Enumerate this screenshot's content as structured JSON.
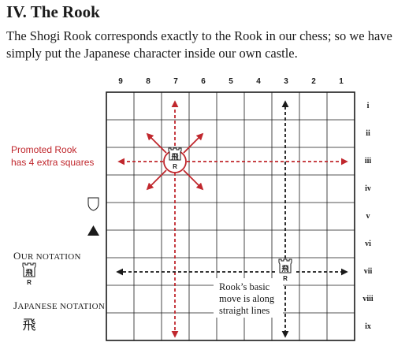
{
  "section": {
    "title": "IV. The Rook",
    "intro": "The Shogi Rook corresponds exactly to the Rook in our chess; so we have simply put the Japanese character inside our own castle."
  },
  "board": {
    "files": [
      "9",
      "8",
      "7",
      "6",
      "5",
      "4",
      "3",
      "2",
      "1"
    ],
    "ranks": [
      "i",
      "ii",
      "iii",
      "iv",
      "v",
      "vi",
      "vii",
      "viii",
      "ix"
    ]
  },
  "annotations": {
    "promoted_note_line1": "Promoted Rook",
    "promoted_note_line2": "has 4 extra squares",
    "basic_move_line1": "Rook’s basic",
    "basic_move_line2": "move is along",
    "basic_move_line3": "straight lines"
  },
  "pieces": {
    "piece_letter": "R",
    "kanji": "飛",
    "promoted_piece": {
      "file": "7",
      "rank": "iii"
    },
    "basic_piece": {
      "file": "3",
      "rank": "vii"
    }
  },
  "legend": {
    "our_notation_cap": "O",
    "our_notation_rest": "UR NOTATION",
    "japanese_notation_cap": "J",
    "japanese_notation_rest": "APANESE NOTATION"
  },
  "colors": {
    "promoted_arrows": "#c0272d",
    "basic_arrows": "#1a1a1a",
    "grid": "#1a1a1a"
  }
}
